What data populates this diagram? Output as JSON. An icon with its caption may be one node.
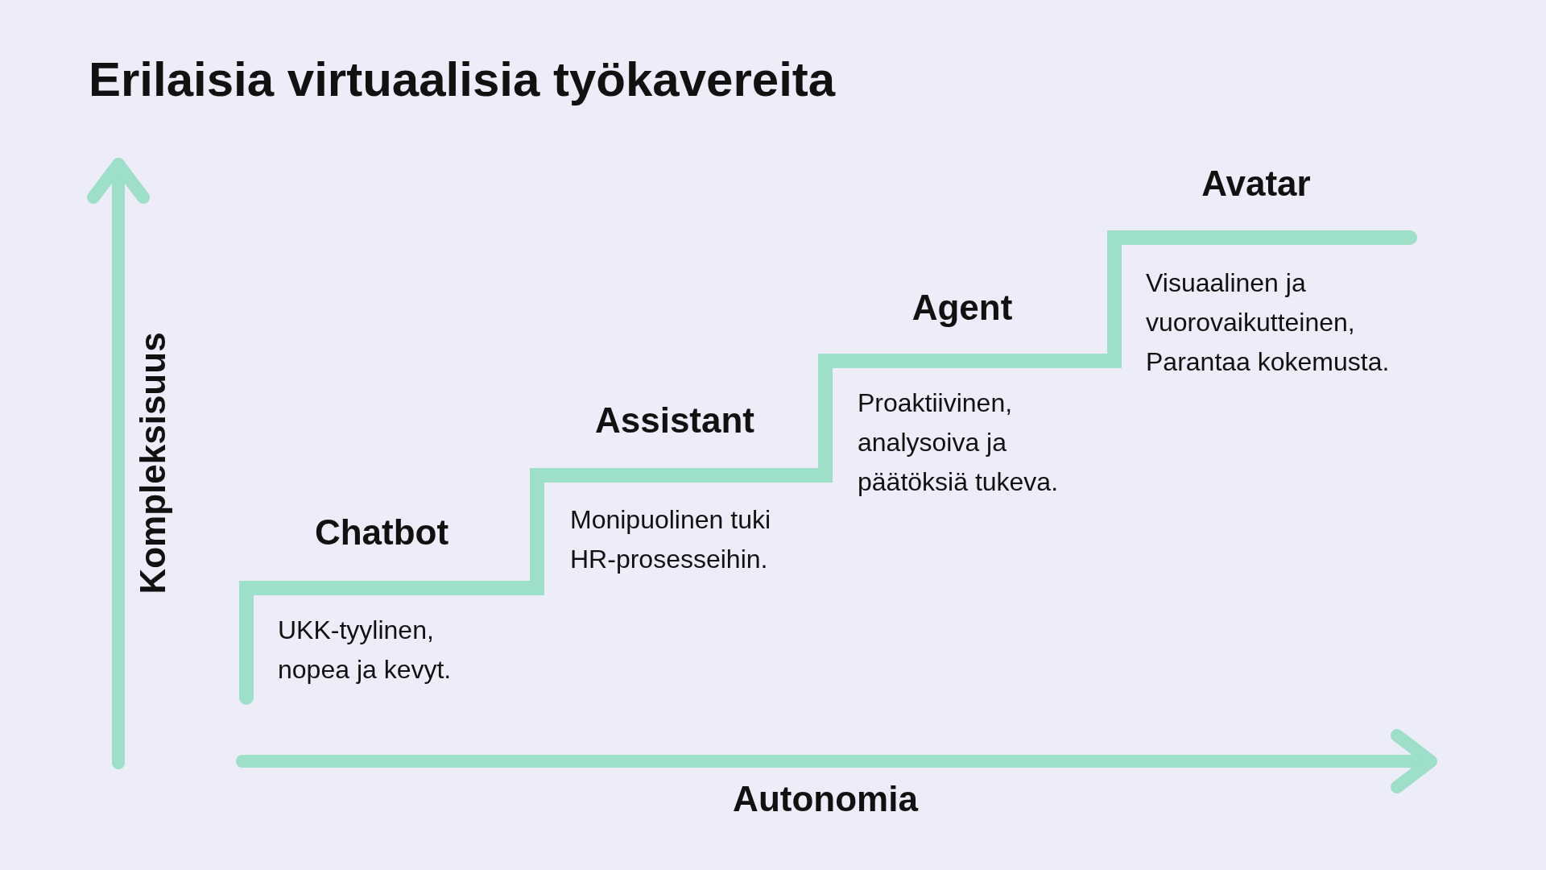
{
  "diagram": {
    "title": "Erilaisia virtuaalisia työkavereita",
    "labels": [
      "Kompleksisuus",
      "Chatbot",
      "UKK-tyylinen, nopea ja kevyt.",
      "Assistant",
      "Monipuolinen tuki HR-prosesseihin.",
      "Agent",
      "Proaktiivinen, analysoiva ja päätöksiä tukeva.",
      "Avatar",
      "Visuaalinen ja vuorovaikutteinen, Parantaa kokemusta.",
      "Autonomia"
    ]
  }
}
